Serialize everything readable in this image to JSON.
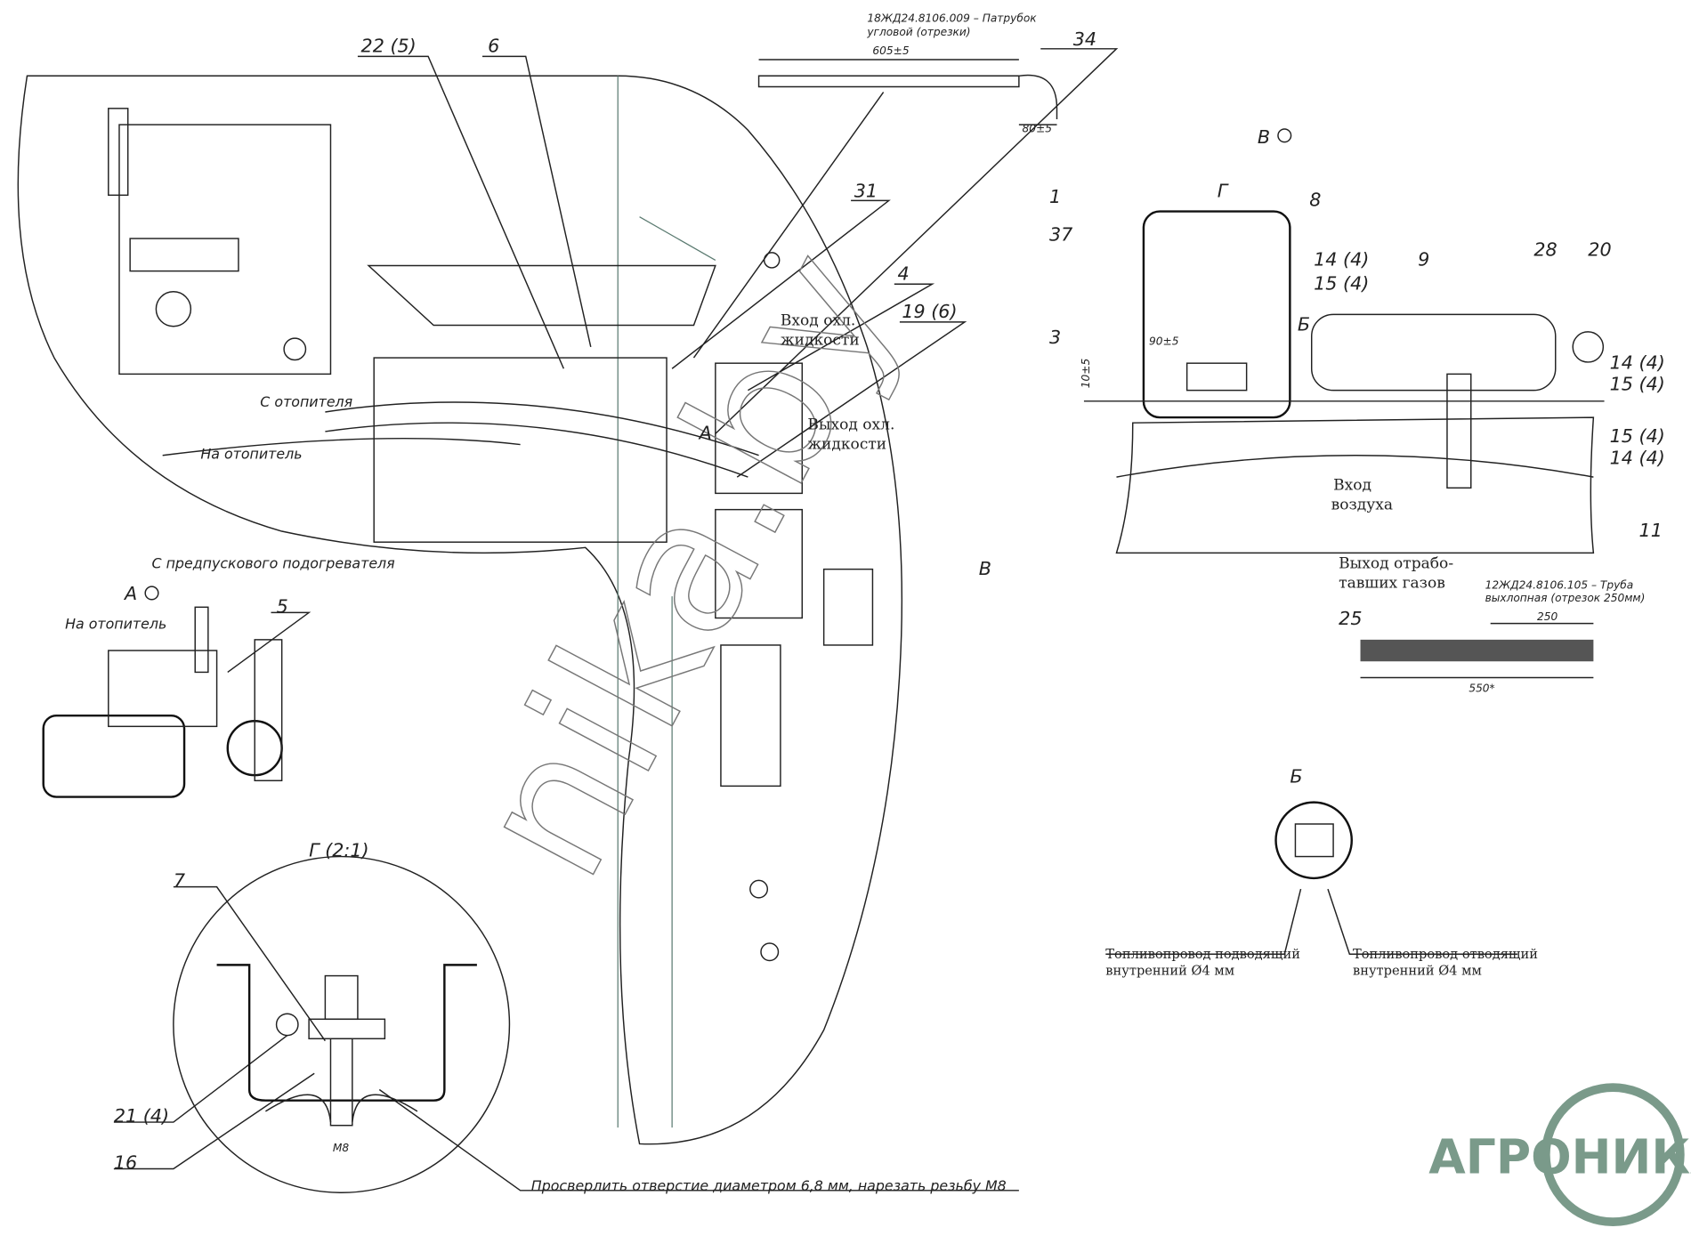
{
  "callouts": [
    "22 (5)",
    "6",
    "34",
    "31",
    "4",
    "19 (6)",
    "1",
    "37",
    "8",
    "Г",
    "14 (4)",
    "15 (4)",
    "9",
    "28",
    "20",
    "3",
    "14 (4)",
    "15 (4)",
    "15 (4)",
    "14 (4)",
    "11",
    "25",
    "5",
    "7",
    "21 (4)",
    "16"
  ],
  "views": {
    "a": "А",
    "v": "В",
    "b": "Б",
    "g": "Г (2:1)"
  },
  "arrows": {
    "a": "А",
    "v": "В",
    "b": "Б"
  },
  "notes": {
    "pipe_part": "18ЖД24.8106.009 – Патрубок",
    "pipe_part2": "угловой (отрезки)",
    "dim_605": "605±5",
    "dim_80": "80±5",
    "dim_90": "90±5",
    "dim_10": "10±5",
    "coolant_in_1": "Вход охл.",
    "coolant_in_2": "жидкости",
    "coolant_out_1": "Выход охл.",
    "coolant_out_2": "жидкости",
    "from_heater": "С отопителя",
    "to_heater": "На отопитель",
    "from_preheater": "С предпускового подогревателя",
    "to_heater_a": "На отопитель",
    "air_in_1": "Вход",
    "air_in_2": "воздуха",
    "exhaust_1": "Выход отрабо-",
    "exhaust_2": "тавших газов",
    "exhaust_pipe_1": "12ЖД24.8106.105 – Труба",
    "exhaust_pipe_2": "выхлопная (отрезок 250мм)",
    "dim_250": "250",
    "dim_550": "550*",
    "fuel_in_1": "Топливопровод подводящий",
    "fuel_in_2": "внутренний Ø4 мм",
    "fuel_out_1": "Топливопровод отводящий",
    "fuel_out_2": "внутренний Ø4 мм",
    "m8": "М8",
    "drill_note": "Просверлить отверстие диаметром 6,8 мм, нарезать резьбу М8"
  },
  "watermark": "nika.by",
  "logo": {
    "text": "АГРОНИКА",
    "color": "#7a9a8a"
  }
}
